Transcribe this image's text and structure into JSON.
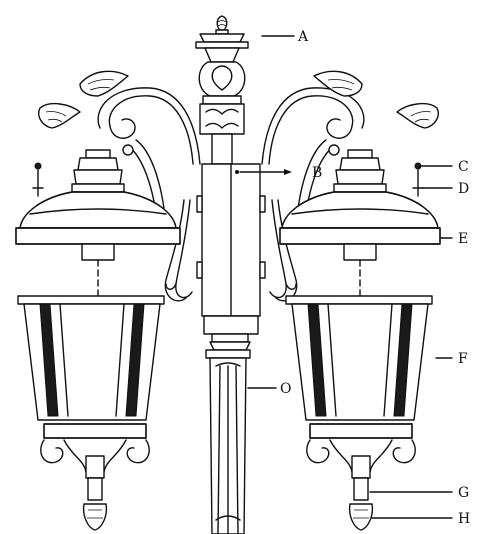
{
  "diagram": {
    "labels": {
      "A": "A",
      "B": "B",
      "C": "C",
      "D": "D",
      "E": "E",
      "F": "F",
      "G": "G",
      "H": "H",
      "O": "O"
    },
    "colors": {
      "ink": "#111111",
      "background": "#ffffff"
    }
  }
}
